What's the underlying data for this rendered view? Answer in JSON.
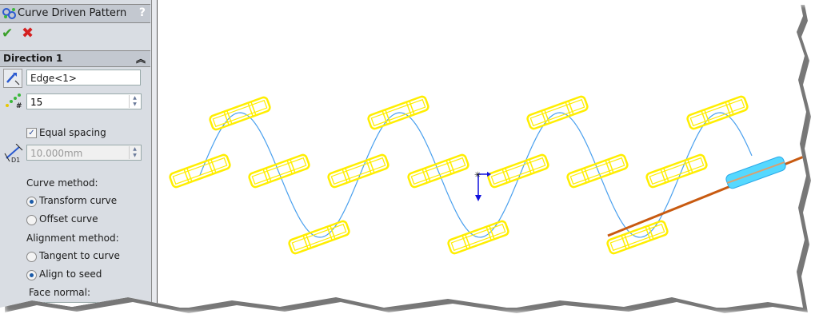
{
  "feature": {
    "title": "Curve Driven Pattern",
    "help_icon": "question-icon",
    "ok_icon": "check-icon",
    "cancel_icon": "x-icon"
  },
  "direction1": {
    "header": "Direction 1",
    "collapse_icon": "double-chevron-up-icon",
    "reference": "Edge<1>",
    "instances": "15",
    "equal_spacing_label": "Equal spacing",
    "equal_spacing_checked": true,
    "spacing": "10.000mm",
    "curve_method_label": "Curve method:",
    "curve_methods": [
      {
        "label": "Transform curve",
        "selected": true
      },
      {
        "label": "Offset curve",
        "selected": false
      }
    ],
    "alignment_method_label": "Alignment method:",
    "alignment_methods": [
      {
        "label": "Tangent to curve",
        "selected": false
      },
      {
        "label": "Align to seed",
        "selected": true
      }
    ],
    "face_normal_label": "Face normal:",
    "face_normal": ""
  },
  "viewport": {
    "instance_color": "#ffee00",
    "seed_color": "#55d8ff",
    "curve_color": "#4aa0ee",
    "axis_color": "#c85a10",
    "triad_color": "#1010dd"
  }
}
